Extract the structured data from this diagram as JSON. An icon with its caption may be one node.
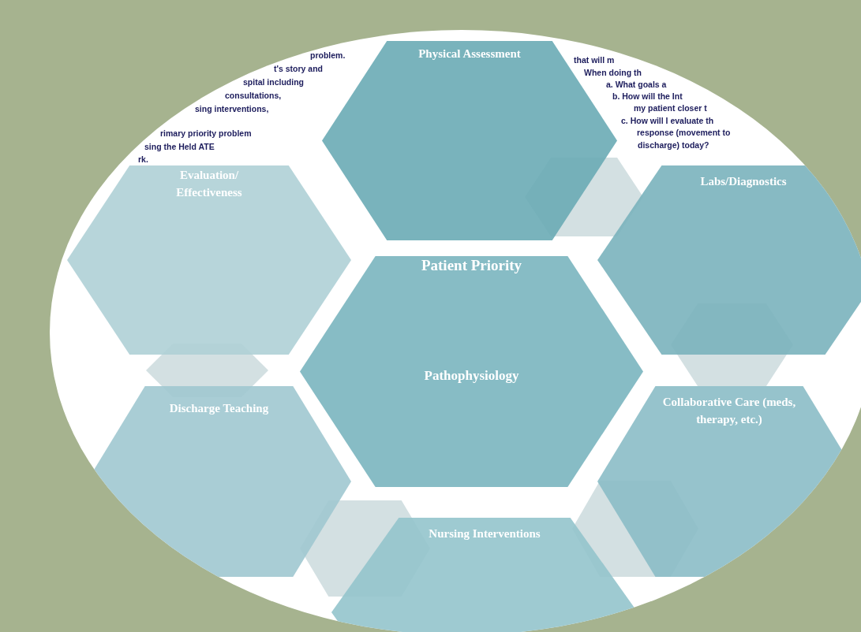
{
  "diagram": {
    "nodes": [
      {
        "text": [
          "Physical Assessment"
        ]
      },
      {
        "text": [
          "Evaluation/ Effectiveness"
        ]
      },
      {
        "text": [
          "Labs/Diagnostics"
        ]
      },
      {
        "text": [
          "Patient Priority",
          "Pathophysiology"
        ]
      },
      {
        "text": [
          "Discharge Teaching"
        ]
      },
      {
        "text": [
          "Collaborative Care (meds, therapy, etc.)"
        ]
      },
      {
        "text": [
          "Nursing Interventions"
        ]
      },
      {
        "text": [],
        "shape": "hexagon"
      },
      {
        "text": [],
        "shape": "hexagon"
      },
      {
        "text": [],
        "shape": "hexagon"
      },
      {
        "text": [],
        "shape": "hexagon"
      },
      {
        "text": [],
        "shape": "hexagon"
      }
    ],
    "labels": [
      "problem.",
      "t's story and",
      "spital including",
      "consultations,",
      "sing interventions,",
      "rimary priority problem",
      "sing the Held ATE",
      "rk.",
      "that will m",
      "When doing th",
      "a. What goals a",
      "b. How will the Int",
      "my patient closer t",
      "c. How will I evaluate th",
      "response (movement to",
      "discharge) today?"
    ]
  }
}
